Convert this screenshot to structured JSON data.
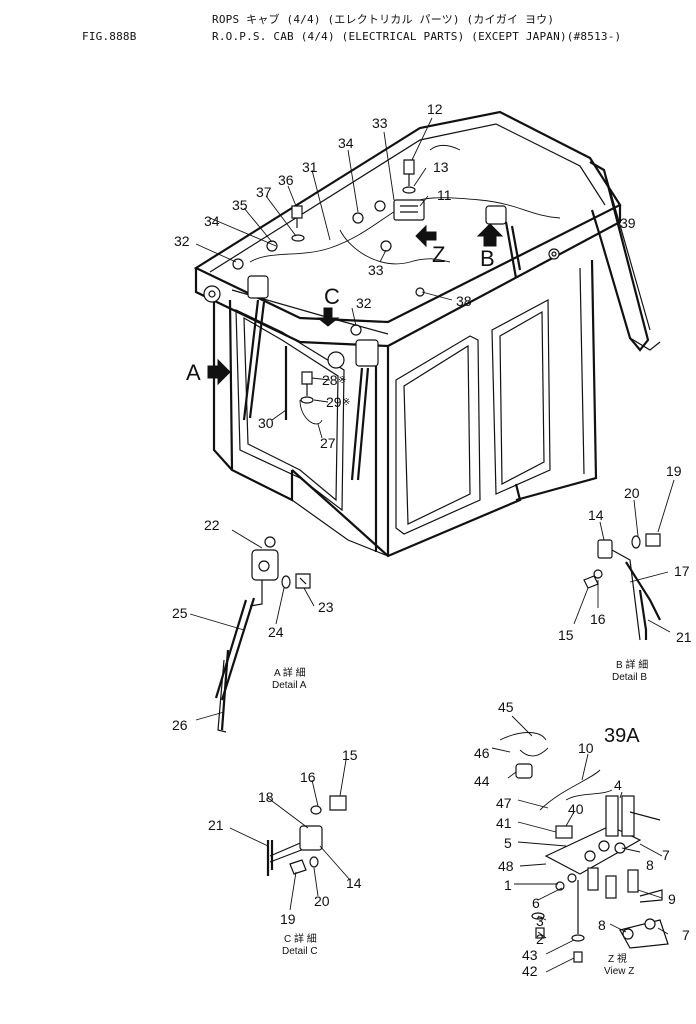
{
  "header": {
    "line1": "ROPS キャブ (4/4) (エレクトリカル パーツ) (カイガイ ヨウ)",
    "fig": "FIG.888B",
    "line2": "R.O.P.S. CAB (4/4) (ELECTRICAL PARTS) (EXCEPT JAPAN)(#8513-)"
  },
  "callouts": {
    "n12": "12",
    "n13": "13",
    "n11": "11",
    "n33a": "33",
    "n34a": "34",
    "n31": "31",
    "n36": "36",
    "n37": "37",
    "n35": "35",
    "n34b": "34",
    "n32a": "32",
    "n39": "39",
    "n33b": "33",
    "n38": "38",
    "n32b": "32",
    "n28": "28",
    "n29": "29",
    "n30": "30",
    "n27": "27",
    "n22": "22",
    "n23": "23",
    "n24": "24",
    "n25": "25",
    "n26": "26",
    "n19a": "19",
    "n20a": "20",
    "n14a": "14",
    "n17": "17",
    "n15": "15",
    "n16a": "16",
    "n21a": "21",
    "n45": "45",
    "n46": "46",
    "n10": "10",
    "n44": "44",
    "n4": "4",
    "n47": "47",
    "n40": "40",
    "n41": "41",
    "n5": "5",
    "n8a": "8",
    "n7a": "7",
    "n48": "48",
    "n1": "1",
    "n6": "6",
    "n9": "9",
    "n3": "3",
    "n8b": "8",
    "n7b": "7",
    "n2": "2",
    "n43": "43",
    "n42": "42",
    "n16b": "16",
    "n15b": "15",
    "n18": "18",
    "n21b": "21",
    "n14b": "14",
    "n19b": "19",
    "n20b": "20"
  },
  "view_letters": {
    "A": "A",
    "B": "B",
    "C": "C",
    "Z": "Z",
    "v39a": "39A"
  },
  "details": {
    "a_jp": "A 詳 細",
    "a_en": "Detail A",
    "b_jp": "B 詳 細",
    "b_en": "Detail B",
    "c_jp": "C 詳 細",
    "c_en": "Detail C",
    "z_jp": "Z 視",
    "z_en": "View Z",
    "mark_28": "※",
    "mark_29": "※"
  }
}
